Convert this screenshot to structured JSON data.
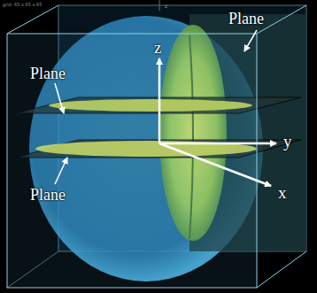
{
  "diagram": {
    "labels": [
      "grid: 65 x 65 x 65",
      "z",
      "Plane",
      "Plane",
      "Plane",
      "z",
      "y",
      "x"
    ]
  }
}
